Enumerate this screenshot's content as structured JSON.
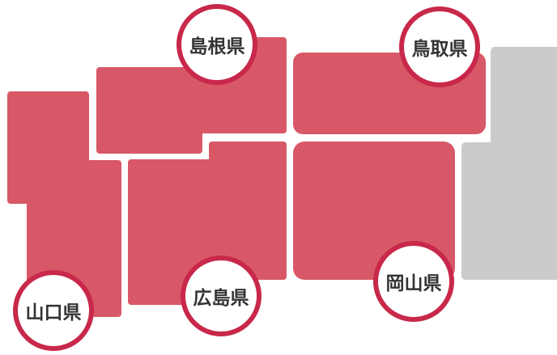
{
  "colors": {
    "prefecture": "#d85868",
    "other_region": "#cbcbcb",
    "badge_border": "#c8284a"
  },
  "prefectures": {
    "shimane": {
      "label": "島根県"
    },
    "tottori": {
      "label": "鳥取県"
    },
    "yamaguchi": {
      "label": "山口県"
    },
    "hiroshima": {
      "label": "広島県"
    },
    "okayama": {
      "label": "岡山県"
    }
  }
}
